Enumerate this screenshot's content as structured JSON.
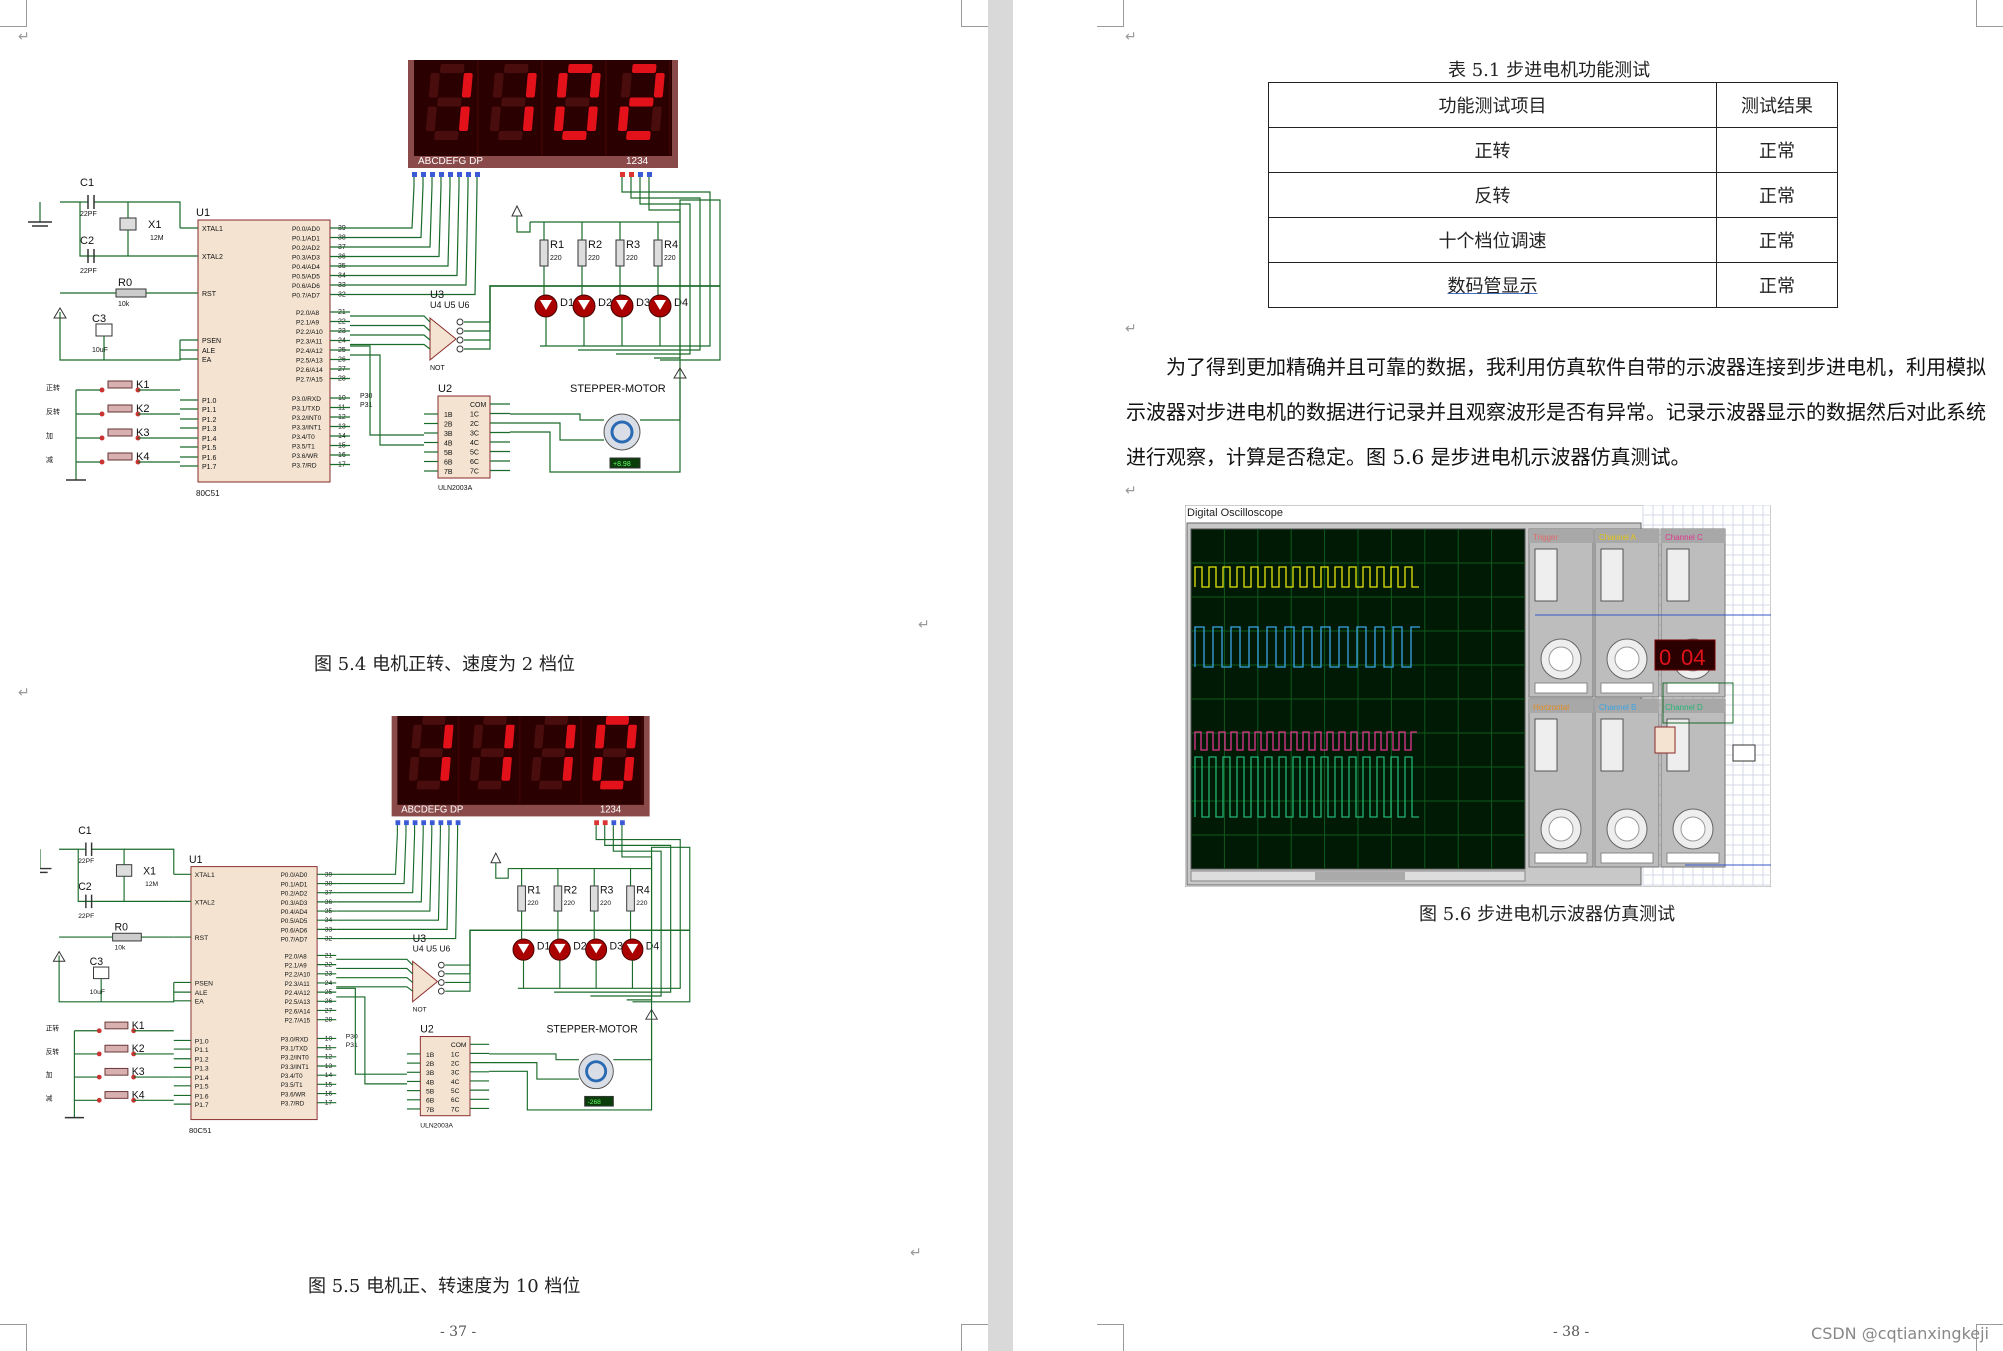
{
  "left_page": {
    "figure_54": {
      "caption": "图 5.4  电机正转、速度为 2 档位",
      "display_value": "1102",
      "display_labels": {
        "segments": "ABCDEFG  DP",
        "digits": "1234"
      },
      "motor_label": "STEPPER-MOTOR",
      "motor_readout": "+8.98",
      "mcu": {
        "ref": "U1",
        "part": "80C51"
      },
      "driver": {
        "ref": "U2",
        "part": "ULN2003A"
      },
      "inverter": {
        "ref": "U3",
        "sub": "U4 U5 U6",
        "part": "NOT"
      },
      "crystal": {
        "ref": "X1",
        "value": "12M"
      },
      "caps": [
        {
          "ref": "C1",
          "value": "22PF"
        },
        {
          "ref": "C2",
          "value": "22PF"
        },
        {
          "ref": "C3",
          "value": "10uF"
        }
      ],
      "reset_res": {
        "ref": "R0",
        "value": "10k"
      },
      "resistors": [
        {
          "ref": "R1",
          "value": "220"
        },
        {
          "ref": "R2",
          "value": "220"
        },
        {
          "ref": "R3",
          "value": "220"
        },
        {
          "ref": "R4",
          "value": "220"
        }
      ],
      "leds": [
        "D1",
        "D2",
        "D3",
        "D4"
      ],
      "keys": [
        {
          "ref": "K1",
          "label": "正转"
        },
        {
          "ref": "K2",
          "label": "反转"
        },
        {
          "ref": "K3",
          "label": "加"
        },
        {
          "ref": "K4",
          "label": "减"
        }
      ],
      "p3_labels": [
        "P30",
        "P31"
      ]
    },
    "figure_55": {
      "caption": "图 5.5  电机正、转速度为 10 档位",
      "display_value": "1110",
      "motor_readout": "-268"
    },
    "page_number": "- 37 -"
  },
  "right_page": {
    "table_title": "表 5.1  步进电机功能测试",
    "table": {
      "headers": [
        "功能测试项目",
        "测试结果"
      ],
      "rows": [
        [
          "正转",
          "正常"
        ],
        [
          "反转",
          "正常"
        ],
        [
          "十个档位调速",
          "正常"
        ],
        [
          "数码管显示",
          "正常"
        ]
      ]
    },
    "paragraph": "为了得到更加精确并且可靠的数据，我利用仿真软件自带的示波器连接到步进电机，利用模拟示波器对步进电机的数据进行记录并且观察波形是否有异常。记录示波器显示的数据然后对此系统进行观察，计算是否稳定。图 5.6 是步进电机示波器仿真测试。",
    "oscilloscope": {
      "title": "Digital Oscilloscope",
      "panels": [
        "Trigger",
        "Channel A",
        "Channel C",
        "Horizontal",
        "Channel B",
        "Channel D"
      ],
      "display_value": "04",
      "colors": {
        "screen": "#001a05",
        "grid": "#0f5a1e",
        "ch_a": "#e6e60a",
        "ch_b": "#3aa6e6",
        "ch_c": "#e0358e",
        "ch_d": "#22b573"
      }
    },
    "figure_56_caption": "图 5.6  步进电机示波器仿真测试",
    "page_number": "- 38 -"
  },
  "watermark": "CSDN @cqtianxingkeji",
  "colors": {
    "segment_on": "#e3121a",
    "segment_off": "#4a0d0d",
    "display_bg": "#2a0000",
    "display_frame": "#8a4a4a",
    "wire": "#1a6b2a",
    "chip": "#f3e3d0",
    "chip_border": "#8a2a2a"
  }
}
